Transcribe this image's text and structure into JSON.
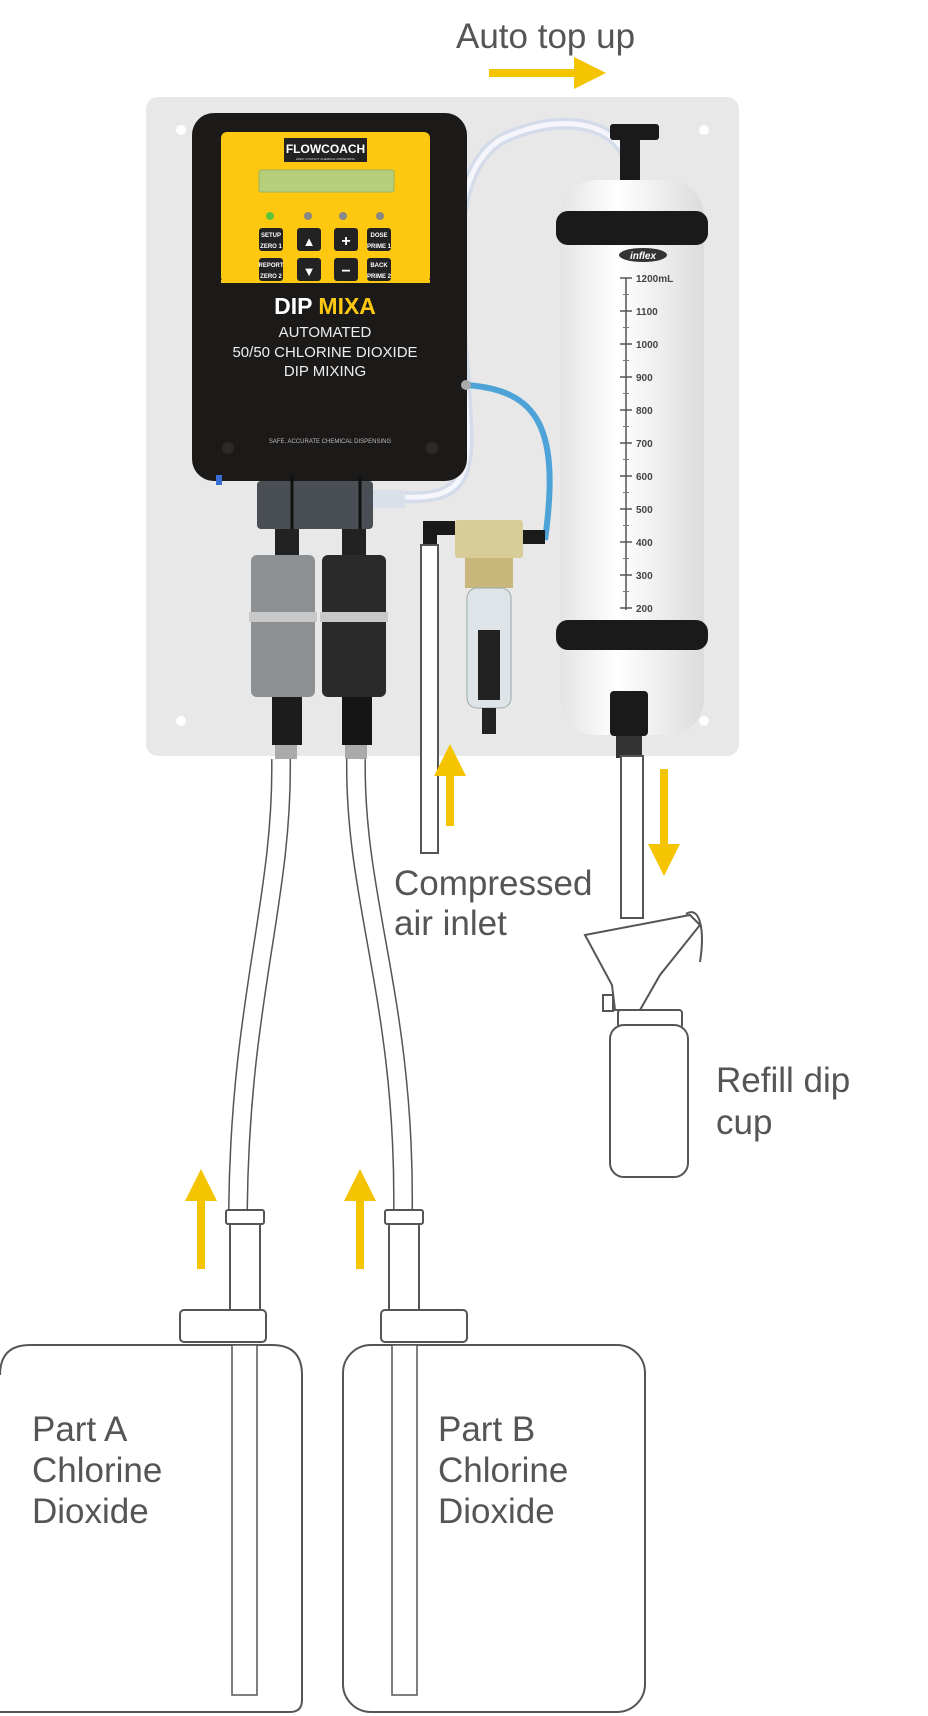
{
  "labels": {
    "auto_top_up": "Auto top up",
    "compressed_air": [
      "Compressed",
      "air inlet"
    ],
    "refill": [
      "Refill dip",
      "cup"
    ],
    "part_a": [
      "Part A",
      "Chlorine",
      "Dioxide"
    ],
    "part_b": [
      "Part B",
      "Chlorine",
      "Dioxide"
    ]
  },
  "controller": {
    "brand": "FLOWCOACH",
    "brand_tagline": "ZERO CONTACT CHEMICAL DISPENSING",
    "buttons": {
      "setup": "SETUP",
      "zero1": "ZERO 1",
      "report": "REPORT",
      "zero2": "ZERO 2",
      "dose": "DOSE",
      "prime1": "PRIME 1",
      "back": "BACK",
      "prime2": "PRIME 2",
      "up": "▲",
      "down": "▼",
      "plus": "+",
      "minus": "−"
    },
    "product_name_1": "DIP",
    "product_name_2": "MIXA",
    "description": [
      "AUTOMATED",
      "50/50 CHLORINE DIOXIDE",
      "DIP MIXING"
    ],
    "footer": "SAFE, ACCURATE CHEMICAL DISPENSING"
  },
  "reservoir": {
    "brand": "inflex",
    "scale": [
      "1200mL",
      "1100",
      "1000",
      "900",
      "800",
      "700",
      "600",
      "500",
      "400",
      "300",
      "200"
    ]
  },
  "colors": {
    "arrow": "#f5c400",
    "panel": "#e8e8e8",
    "text": "#555555",
    "yellow_face": "#fdc80f"
  }
}
